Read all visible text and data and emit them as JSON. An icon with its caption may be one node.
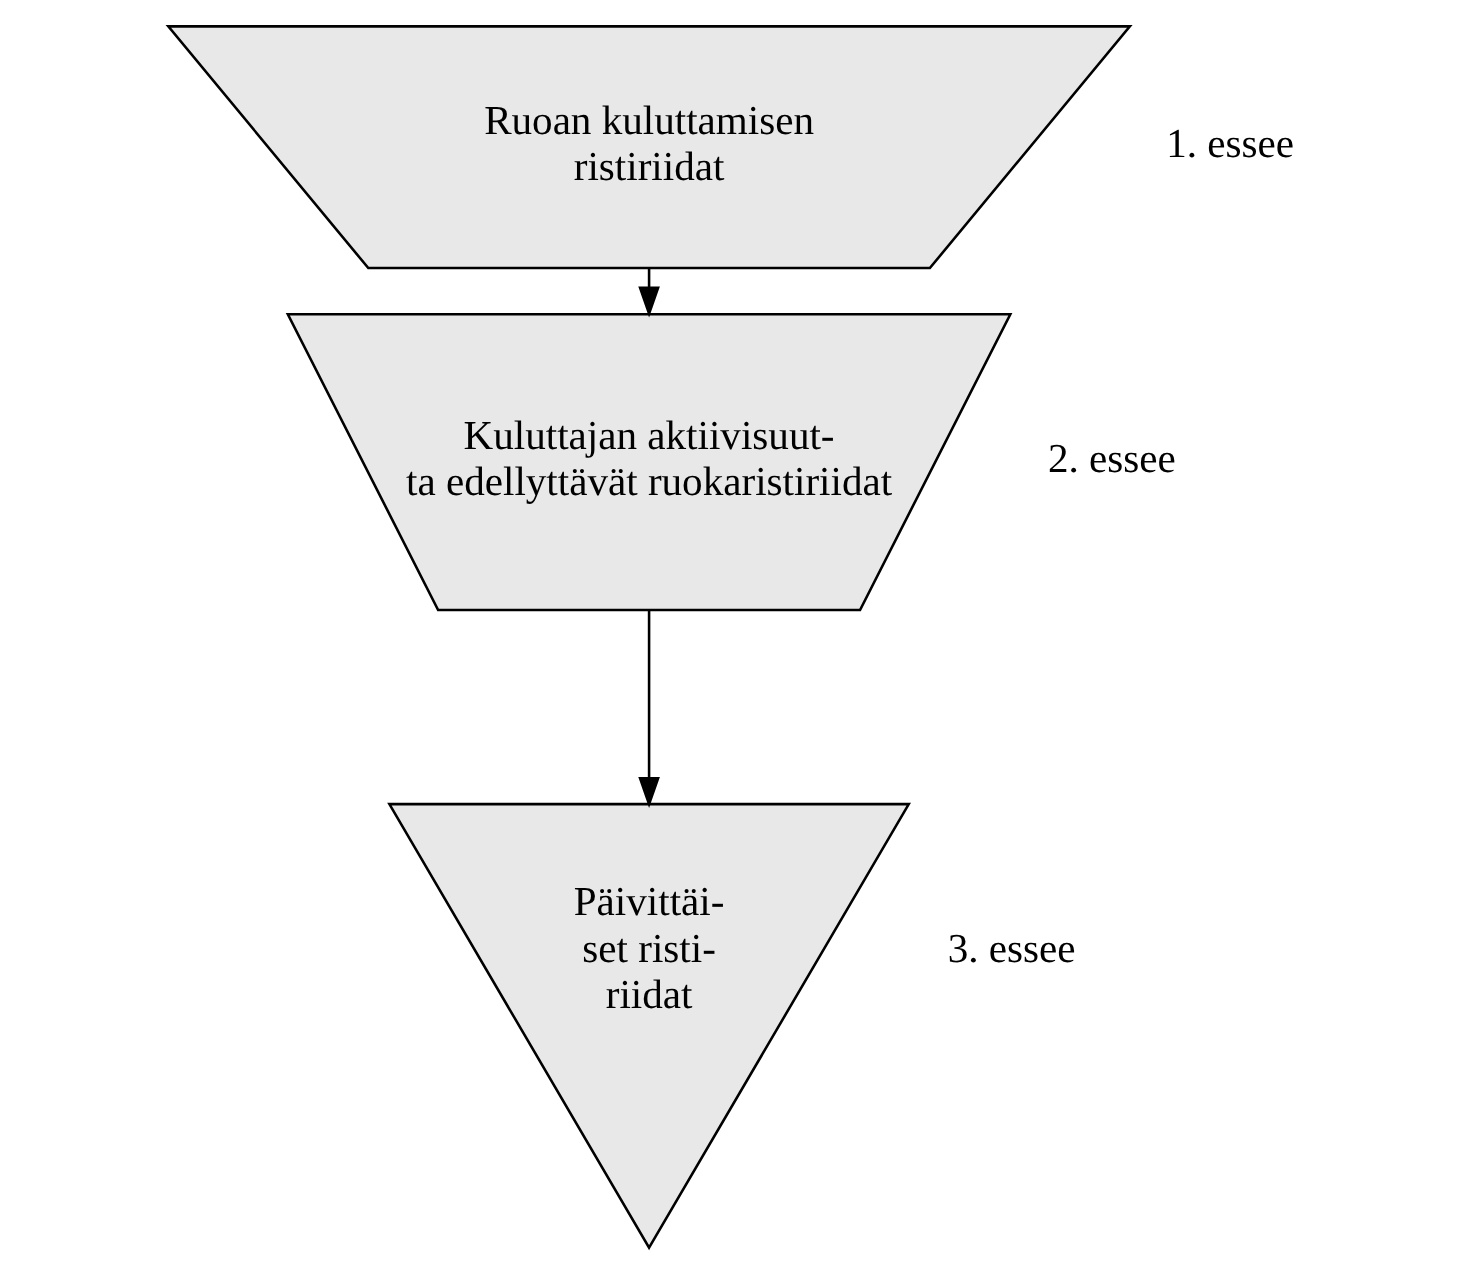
{
  "diagram": {
    "nodes": [
      {
        "text": [
          "Ruoan kuluttamisen ristiriidat"
        ],
        "beside": [
          "1. essee"
        ]
      },
      {
        "text": [
          "Kuluttajan aktiivisuut- ta edellyttävät ruokaristiriidat"
        ],
        "beside": [
          "2. essee"
        ]
      },
      {
        "text": [
          "Päivittäi- set risti- riidat"
        ],
        "beside": [
          "3. essee"
        ]
      }
    ],
    "edges": [
      {
        "from": 0,
        "to": 1,
        "arrow": "to"
      },
      {
        "from": 1,
        "to": 2,
        "arrow": "to"
      }
    ]
  }
}
